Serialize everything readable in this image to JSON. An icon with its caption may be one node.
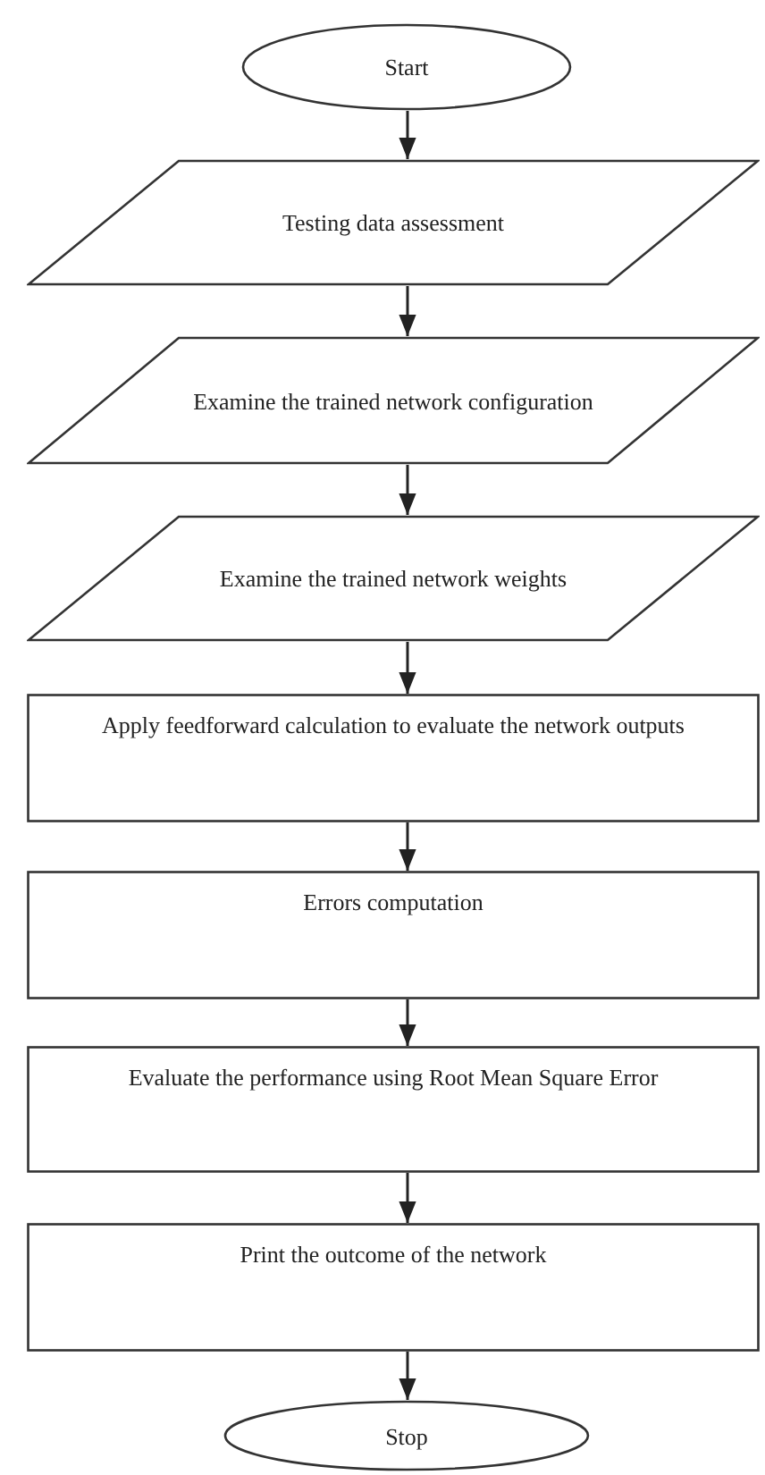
{
  "diagram": {
    "nodes": [
      {
        "text": [
          "Start"
        ]
      },
      {
        "text": [
          "Testing data assessment"
        ]
      },
      {
        "text": [
          "Examine the trained network configuration"
        ]
      },
      {
        "text": [
          "Examine the trained network weights"
        ]
      },
      {
        "text": [
          "Apply feedforward calculation to evaluate the network outputs"
        ]
      },
      {
        "text": [
          "Errors computation"
        ]
      },
      {
        "text": [
          "Evaluate the performance using Root Mean Square Error"
        ]
      },
      {
        "text": [
          "Print the outcome of the network"
        ]
      },
      {
        "text": [
          "Stop"
        ]
      }
    ],
    "edges": [
      {
        "from": 0,
        "to": 1,
        "arrow": "to"
      },
      {
        "from": 1,
        "to": 2,
        "arrow": "to"
      },
      {
        "from": 2,
        "to": 3,
        "arrow": "to"
      },
      {
        "from": 3,
        "to": 4,
        "arrow": "to"
      },
      {
        "from": 4,
        "to": 5,
        "arrow": "to"
      },
      {
        "from": 5,
        "to": 6,
        "arrow": "to"
      },
      {
        "from": 6,
        "to": 7,
        "arrow": "to"
      },
      {
        "from": 7,
        "to": 8,
        "arrow": "to"
      }
    ]
  }
}
